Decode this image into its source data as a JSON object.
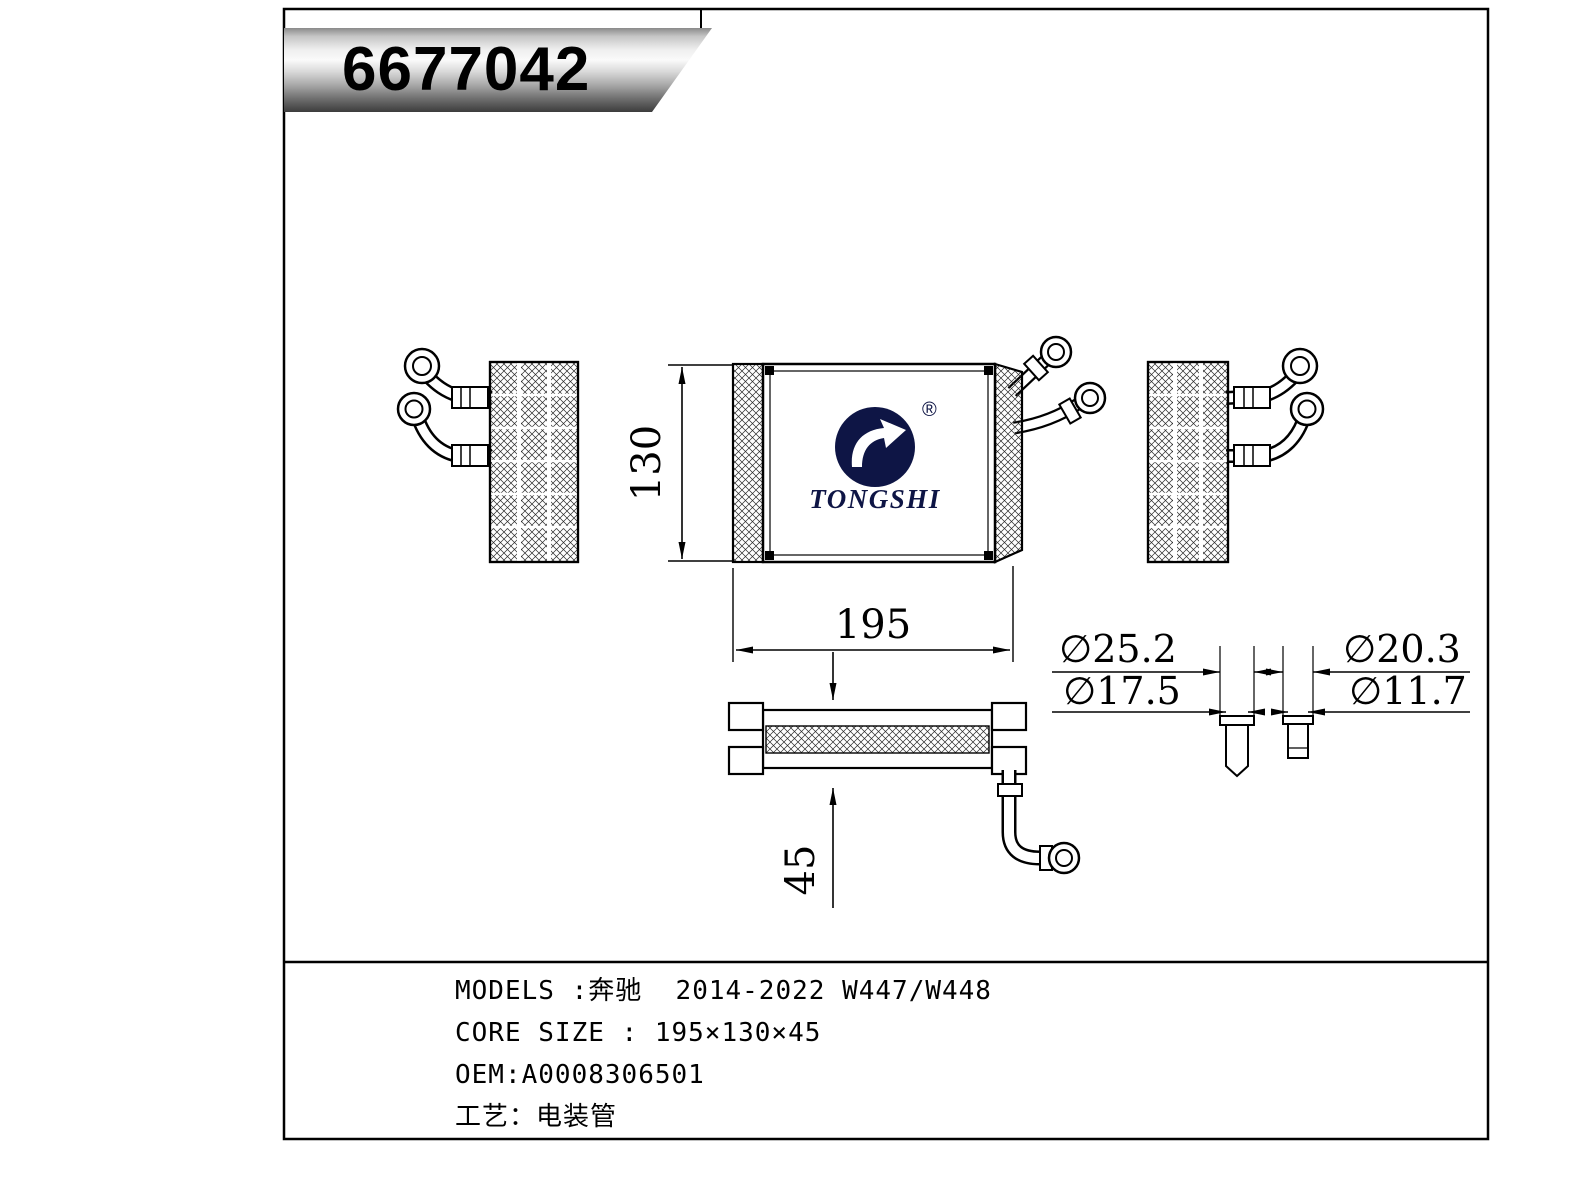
{
  "header": {
    "part_number": "6677042"
  },
  "logo": {
    "brand": "TONGSHI",
    "registered": "®"
  },
  "dims": {
    "height": "130",
    "width": "195",
    "depth": "45",
    "d1": "∅25.2",
    "d2": "∅17.5",
    "d3": "∅20.3",
    "d4": "∅11.7"
  },
  "specs": {
    "rows": [
      {
        "label": "MODELS :",
        "value": "奔驰  2014-2022 W447/W448"
      },
      {
        "label": "CORE SIZE : ",
        "value": "195×130×45"
      },
      {
        "label": "OEM:",
        "value": "A0008306501"
      },
      {
        "label": "工艺：",
        "value": "电装管"
      }
    ]
  },
  "colors": {
    "line": "#000000",
    "logo_navy": "#0e1545",
    "background": "#ffffff"
  }
}
